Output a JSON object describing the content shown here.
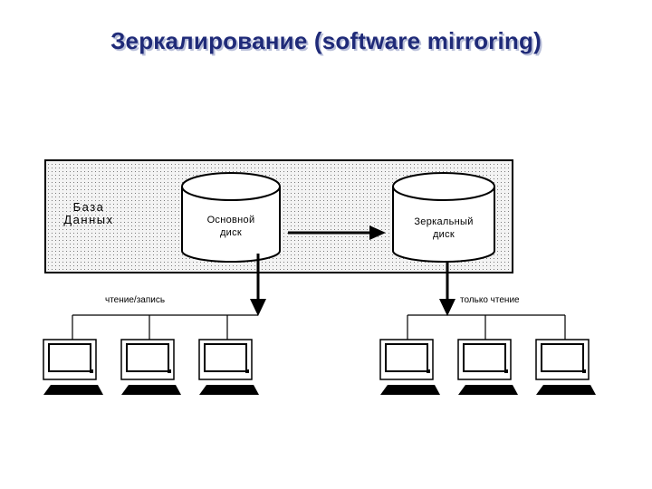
{
  "title": "Зеркалирование (software mirroring)",
  "database_label": "База\nДанных",
  "primary_disk_label": "Основной\nдиск",
  "mirror_disk_label": "Зеркальный\nдиск",
  "read_write_label": "чтение/запись",
  "read_only_label": "только чтение",
  "colors": {
    "title": "#1f2a78",
    "title_shadow": "#b9bfd9",
    "frame_fill": "#f2f2f2",
    "lines": "#000000"
  },
  "icons": {
    "disk": "cylinder",
    "computer": "desktop-computer-icon",
    "arrow": "arrow-right"
  },
  "computers_left_count": 3,
  "computers_right_count": 3
}
